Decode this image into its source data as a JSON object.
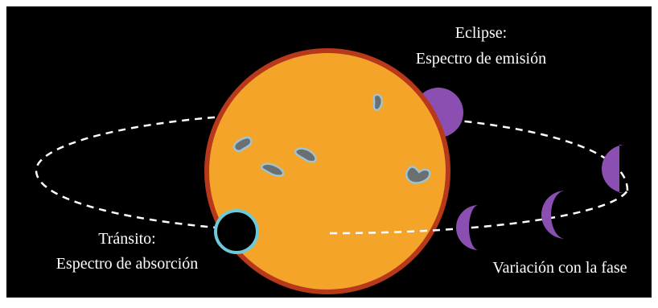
{
  "colors": {
    "background": "#000000",
    "frame": "#ffffff",
    "sun_fill": "#f5a42a",
    "sun_border": "#b8381c",
    "spot_fill": "#6a6f72",
    "spot_stroke": "#9fc3cf",
    "planet_phase": "#8a4fb0",
    "transit_planet": "#000000",
    "transit_ring": "#6ec9d9",
    "orbit": "#ffffff",
    "text": "#ffffff"
  },
  "labels": {
    "eclipse_title": "Eclipse:",
    "eclipse_subtitle": "Espectro de emisión",
    "transit_title": "Tránsito:",
    "transit_subtitle": "Espectro de absorción",
    "phase_variation": "Variación con la fase"
  },
  "icons": {
    "star": "sun-disk",
    "starspots": "sunspot-icon",
    "planet": "planet-phase-icon",
    "transit_planet": "transit-planet-icon"
  }
}
